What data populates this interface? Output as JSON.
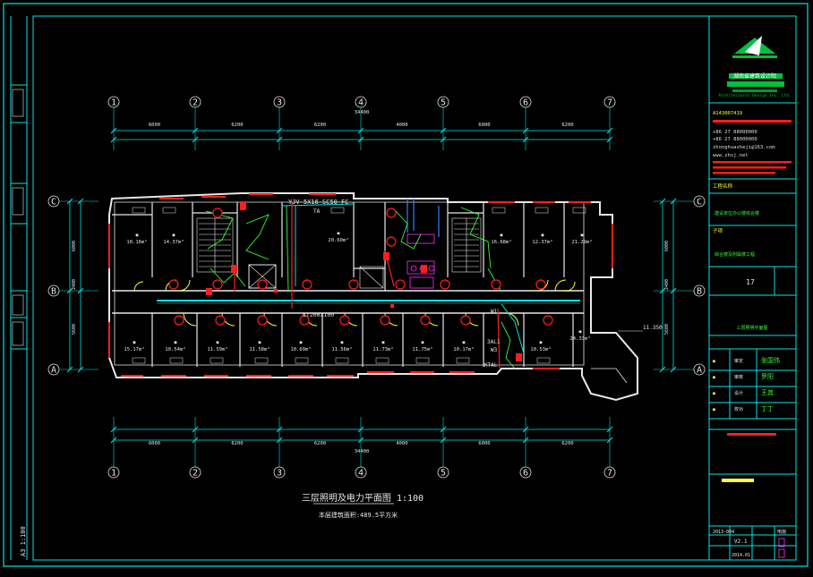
{
  "drawing": {
    "axes_top": [
      "1",
      "2",
      "3",
      "4",
      "5",
      "6",
      "7"
    ],
    "axes_side": [
      "C",
      "B",
      "A"
    ],
    "dims_top": [
      "6000",
      "6200",
      "6200",
      "4000",
      "6000",
      "6200"
    ],
    "dims_total": "34400",
    "dims_left": [
      "6000",
      "2400",
      "5600"
    ],
    "rooms": [
      {
        "label": "18.16m²"
      },
      {
        "label": "14.37m²"
      },
      {
        "label": "20.60m²"
      },
      {
        "label": "16.68m²"
      },
      {
        "label": "12.37m²"
      },
      {
        "label": "21.29m²"
      },
      {
        "label": "15.17m²"
      },
      {
        "label": "10.54m²"
      },
      {
        "label": "11.59m²"
      },
      {
        "label": "11.58m²"
      },
      {
        "label": "10.69m²"
      },
      {
        "label": "11.56m²"
      },
      {
        "label": "11.73m²"
      },
      {
        "label": "11.75m²"
      },
      {
        "label": "10.17m²"
      },
      {
        "label": "10.53m²"
      },
      {
        "label": "24.33m²"
      }
    ],
    "annotations": {
      "cable_top": "YJV-5X16-SC50-FC",
      "cable_sub": "TA",
      "cable_mid": "CT200X100",
      "level_mark": "11.350",
      "panel_labels": [
        "W1",
        "3AL1",
        "W3",
        "KTAL"
      ]
    },
    "title": "三层照明及电力平面图 1:100",
    "subtitle": "本层建筑面积:489.5平方米",
    "left_bottom_code": "A3 1:100"
  },
  "titleblock": {
    "company_cn": "湖南省建筑设计院",
    "company_en": "Architectural Design Inc. Ltd.",
    "cert_no": "A143007419",
    "tel": "+86 27 88000000",
    "fax": "+86 27 88000000",
    "email": "zhonghuasheji@163.com",
    "web": "www.zhsj.net",
    "project_label": "工程名称",
    "project": "建设单位办公楼综合楼",
    "sub_label": "子项",
    "sub_project": "综合楼及附属楼工程",
    "sheet_count": "17",
    "drawing_name": "三层照明平面图",
    "sign_roles": [
      "审定",
      "审核",
      "设计",
      "校对"
    ],
    "sign_names": [
      "张国伟",
      "罗阳",
      "王其",
      "丁丁"
    ],
    "footer_code": "2013-004",
    "version": "V2.1",
    "date": "2014.01",
    "sheet": "电施"
  },
  "colors": {
    "frame": "#00e5e5",
    "wall": "#e8e8e8",
    "red": "#ff1e1e",
    "green": "#33ff33",
    "magenta": "#ff33ff",
    "yellow": "#ffff33",
    "brand_green": "#00c040"
  }
}
